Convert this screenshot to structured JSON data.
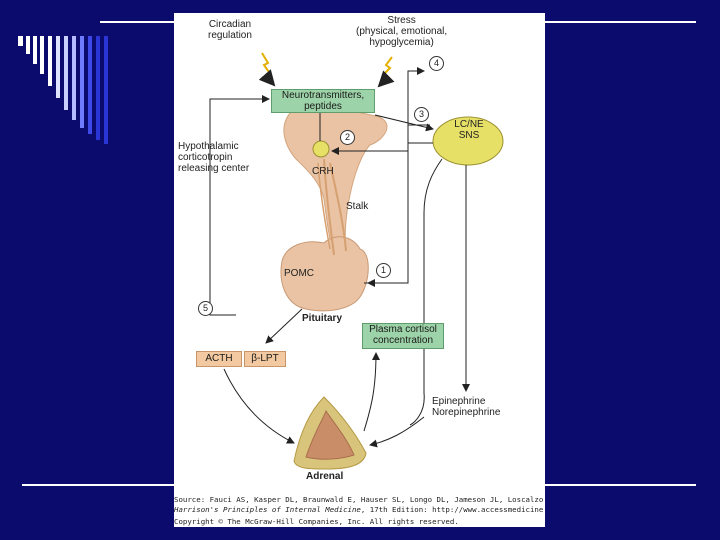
{
  "diagram": {
    "labels": {
      "circadian": [
        "Circadian",
        "regulation"
      ],
      "stress": [
        "Stress",
        "(physical, emotional,",
        "hypoglycemia)"
      ],
      "hypothalamic": [
        "Hypothalamic",
        "corticotropin",
        "releasing center"
      ],
      "neurotransmitters": [
        "Neurotransmitters,",
        "peptides"
      ],
      "lcne": [
        "LC/NE",
        "SNS"
      ],
      "crh": "CRH",
      "stalk": "Stalk",
      "pomc": "POMC",
      "pituitary": "Pituitary",
      "plasma_cortisol": [
        "Plasma cortisol",
        "concentration"
      ],
      "acth": "ACTH",
      "blpt": "β-LPT",
      "epinephrine": [
        "Epinephrine",
        "Norepinephrine"
      ],
      "adrenal": "Adrenal"
    },
    "numbers": [
      "1",
      "2",
      "3",
      "4",
      "5"
    ],
    "source": {
      "line1": "Source: Fauci AS, Kasper DL, Braunwald E, Hauser SL, Longo DL, Jameson JL, Loscalzo J:",
      "line2_title": "Harrison's Principles of Internal Medicine",
      "line2_rest": ", 17th Edition: http://www.accessmedicine.com",
      "line3": "Copyright © The McGraw-Hill Companies, Inc. All rights reserved."
    },
    "colors": {
      "background": "#0b0b6e",
      "green_box": "#9dd3a8",
      "yellow_node": "#e7e067",
      "peach_box": "#f2c9a0",
      "tissue": "#e9c3a4"
    }
  }
}
